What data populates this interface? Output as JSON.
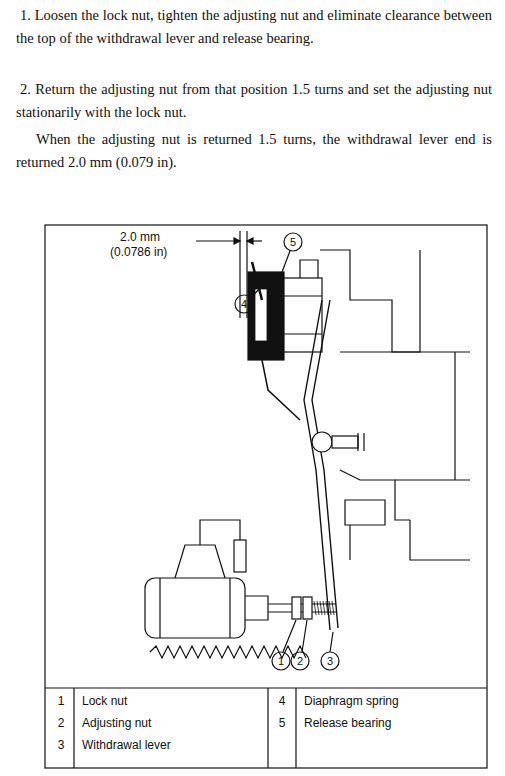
{
  "diagram": {
    "labels": [
      "1. Loosen the lock nut, tighten the adjusting nut and eliminate clearance between the top of the withdrawal lever and release bearing.",
      "2. Return the adjusting nut from that position 1.5 turns and set the adjusting nut stationarily with the lock nut.",
      "When the adjusting nut is returned 1.5 turns, the withdrawal lever end is returned 2.0 mm (0.079 in).",
      "2.0 mm",
      "(0.0786 in)",
      "5",
      "4",
      "1",
      "2",
      "3",
      "1",
      "Lock nut",
      "2",
      "Adjusting nut",
      "3",
      "Withdrawal lever",
      "4",
      "Diaphragm spring",
      "5",
      "Release bearing"
    ]
  }
}
